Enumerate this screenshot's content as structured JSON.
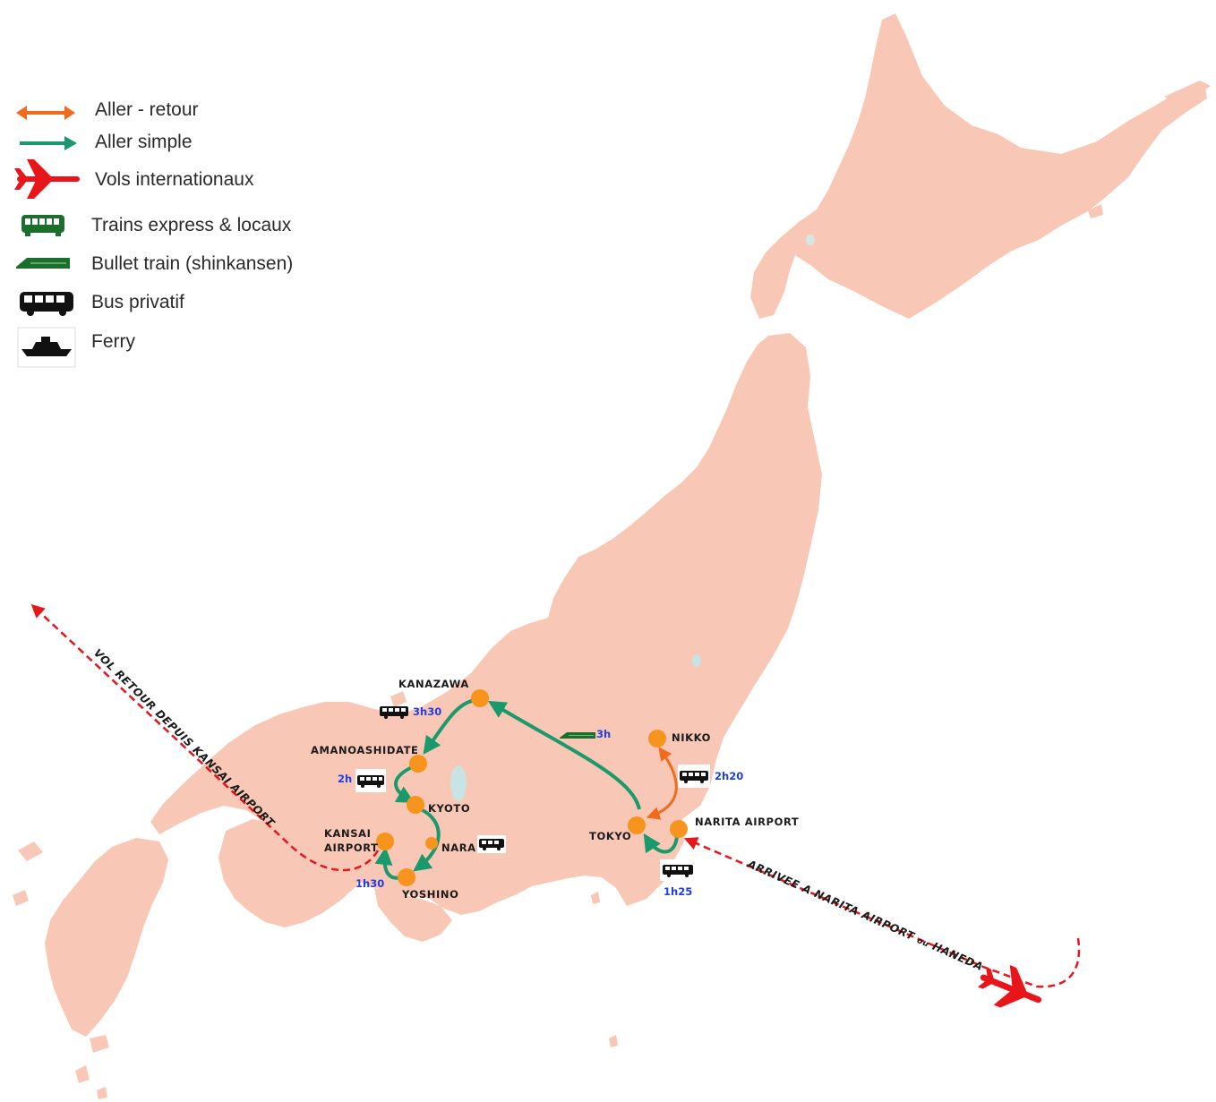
{
  "legend": {
    "round_trip": "Aller - retour",
    "one_way": "Aller simple",
    "intl_flights": "Vols internationaux",
    "trains": "Trains express & locaux",
    "bullet": "Bullet train (shinkansen)",
    "bus": "Bus privatif",
    "ferry": "Ferry"
  },
  "cities": {
    "kanazawa": "KANAZAWA",
    "amanoashidate": "AMANOASHIDATE",
    "kyoto": "KYOTO",
    "nara": "NARA",
    "yoshino": "YOSHINO",
    "kansai_1": "KANSAI",
    "kansai_2": "AIRPORT",
    "tokyo": "TOKYO",
    "nikko": "NIKKO",
    "narita": "NARITA AIRPORT"
  },
  "durations": {
    "kanazawa_bus": "3h30",
    "shinkansen": "3h",
    "amano_bus": "2h",
    "nikko_bus": "2h20",
    "narita_bus": "1h25",
    "kansai": "1h30"
  },
  "routes": {
    "departure": "VOL RETOUR DEPUIS KANSAI AIRPORT",
    "arrival_a": "ARRIVEE A NARITA AIRPORT ",
    "arrival_ou": "ou",
    "arrival_b": " HANEDA"
  },
  "colors": {
    "land": "#f9c7b6",
    "one_way": "#1a9a6c",
    "round_trip": "#f26b1d",
    "flight": "#e8151b",
    "city": "#f7941d",
    "duration": "#1f3fe0"
  }
}
